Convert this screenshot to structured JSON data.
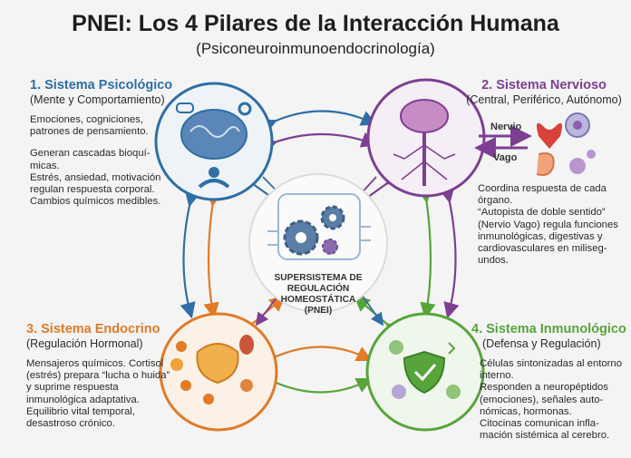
{
  "header": {
    "title": "PNEI: Los 4 Pilares de la Interacción Humana",
    "subtitle": "(Psiconeuroinmunoendocrinología)"
  },
  "colors": {
    "psychological": "#2f6ea6",
    "nervous": "#7d3f92",
    "endocrine": "#e27a26",
    "immune": "#57a53a"
  },
  "center": {
    "label": "SUPERSISTEMA DE REGULACIÓN HOMEOSTÁTICA (PNEI)",
    "icon": "gears-circuit-icon"
  },
  "systems": [
    {
      "title": "1. Sistema Psicológico",
      "subtitle": "(Mente y Comportamiento)",
      "icon": "brain-meditation-icon",
      "body": [
        "Emociones, cogniciones, patrones de pensamiento.",
        "Generan cascadas bioquí-micas.",
        "Estrés, ansiedad, motivación regulan respuesta corporal.",
        "Cambios químicos medibles."
      ]
    },
    {
      "title": "2. Sistema Nervioso",
      "subtitle": "(Central, Periférico, Autónomo)",
      "icon": "brain-spinal-cord-icon",
      "vagus_top": "Nervio",
      "vagus_bottom": "Vago",
      "body": [
        "Coordina respuesta de cada órgano.",
        "“Autopista de doble sentido” (Nervio Vago) regula funciones inmunológicas, digestivas y cardiovasculares en miliseg-undos."
      ]
    },
    {
      "title": "3. Sistema Endocrino",
      "subtitle": "(Regulación Hormonal)",
      "icon": "glands-hormones-icon",
      "body": [
        "Mensajeros químicos. Cortisol (estrés) prepara “lucha o huida” y suprime respuesta inmunológica adaptativa. Equilibrio vital temporal, desastroso crónico."
      ]
    },
    {
      "title": "4. Sistema Inmunológico",
      "subtitle": "(Defensa y Regulación)",
      "icon": "immune-shield-icon",
      "body": [
        "Células sintonizadas al entorno interno.",
        "Responden a neuropéptidos (emociones), señales auto-nómicas, hormonas.",
        "Citocinas comunican infla-mación sistémica al cerebro."
      ]
    }
  ]
}
